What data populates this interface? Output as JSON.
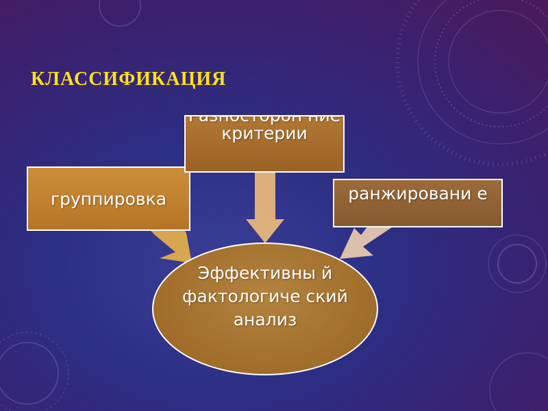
{
  "slide": {
    "title": "КЛАССИФИКАЦИЯ",
    "boxes": {
      "left": "группировка",
      "top": "Разносторон ние критерии",
      "right": "ранжировани е"
    },
    "center": "Эффективны й фактологиче ский анализ"
  },
  "colors": {
    "title": "#ffe21a",
    "box_left": "#c4852f",
    "box_top": "#a86e2c",
    "box_right": "#92623a",
    "oval": "#a8742e",
    "arrow_left": "#e9b34a",
    "arrow_top": "#e7b77a",
    "arrow_right": "#f0cfb0"
  }
}
